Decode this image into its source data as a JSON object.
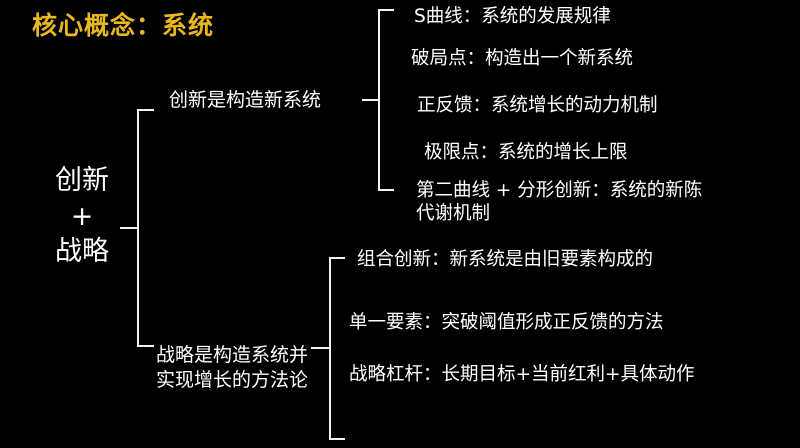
{
  "slide": {
    "background_color": "#000000",
    "text_color": "#ffffff",
    "accent_color": "#e9b81f",
    "title": "核心概念：系统"
  },
  "mindmap": {
    "root": {
      "line1": "创新",
      "line2": "+",
      "line3": "战略"
    },
    "branches": [
      {
        "id": "innovation",
        "label": "创新是构造新系统",
        "leaves": [
          "S曲线：系统的发展规律",
          "破局点：构造出一个新系统",
          "正反馈：系统增长的动力机制",
          "极限点：系统的增长上限",
          "第二曲线 + 分形创新：系统的新陈代谢机制"
        ]
      },
      {
        "id": "strategy",
        "label": "战略是构造系统并实现增长的方法论",
        "leaves": [
          "组合创新：新系统是由旧要素构成的",
          "单一要素：突破阈值形成正反馈的方法",
          "战略杠杆：长期目标+当前红利+具体动作"
        ]
      }
    ]
  }
}
